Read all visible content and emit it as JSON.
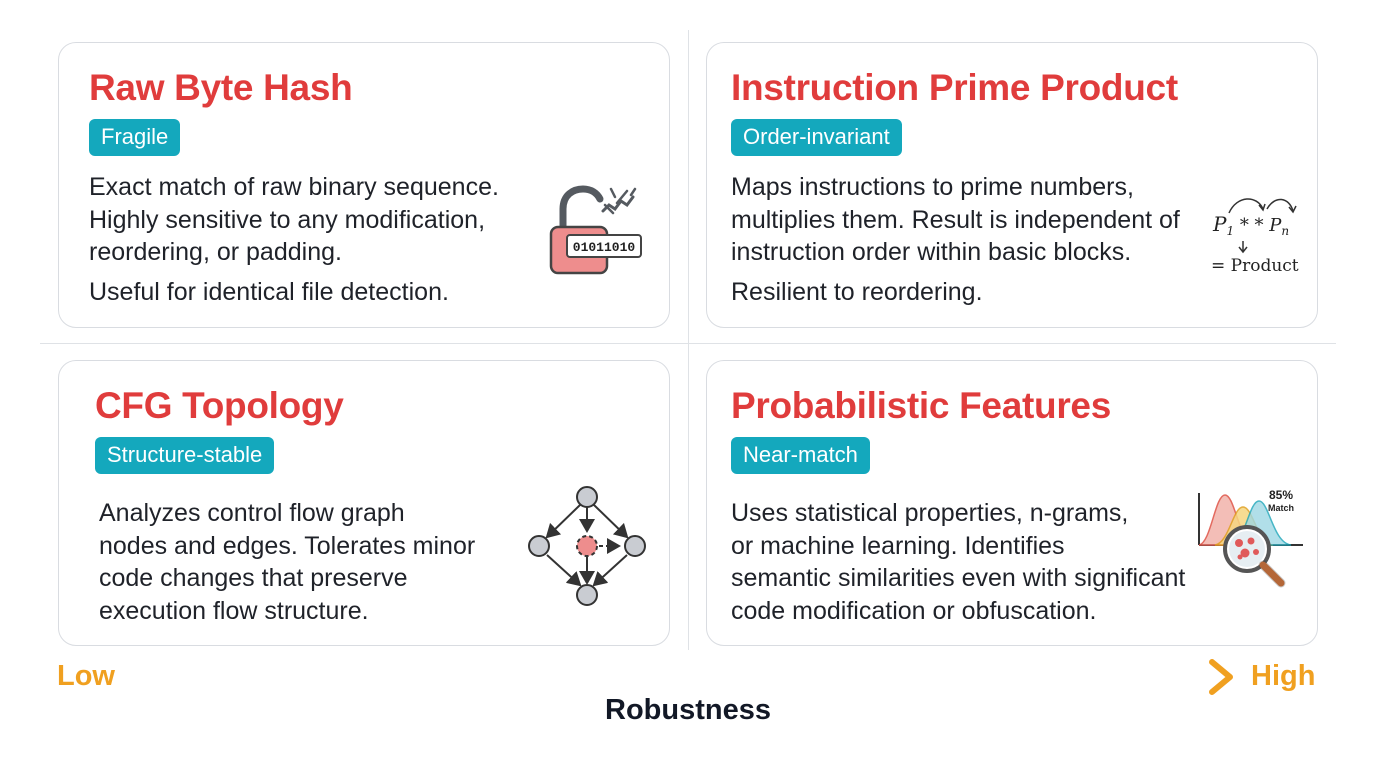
{
  "cards": [
    {
      "title": "Raw Byte Hash",
      "badge": "Fragile",
      "lines": [
        "Exact match of raw binary sequence.",
        "Highly sensitive to any modification,",
        "reordering, or padding.",
        "Useful for identical file detection."
      ],
      "icon": "broken-padlock-icon",
      "icon_text": "01011010"
    },
    {
      "title": "Instruction Prime Product",
      "badge": "Order-invariant",
      "lines": [
        "Maps instructions to prime numbers,",
        "multiplies them. Result is independent of",
        "instruction order within basic blocks.",
        "Resilient to reordering."
      ],
      "icon": "prime-product-formula-icon",
      "formula_lead": "P",
      "formula_sub1": "1",
      "formula_mid": " * * P",
      "formula_sub2": "n",
      "formula_result": "= Product"
    },
    {
      "title": "CFG Topology",
      "badge": "Structure-stable",
      "lines": [
        "Analyzes control flow graph",
        "nodes and edges. Tolerates minor",
        "code changes that preserve",
        "execution flow structure."
      ],
      "icon": "control-flow-graph-icon"
    },
    {
      "title": "Probabilistic Features",
      "badge": "Near-match",
      "lines": [
        "Uses statistical properties, n-grams,",
        "or machine learning. Identifies",
        "semantic similarities even with significant",
        "code modification or obfuscation."
      ],
      "icon": "distribution-magnifier-icon",
      "icon_percent": "85%",
      "icon_match": "Match"
    }
  ],
  "axis": {
    "low": "Low",
    "high": "High",
    "label": "Robustness"
  },
  "colors": {
    "title": "#e03c3c",
    "badge": "#14a8bd",
    "axis_accent": "#f0a020",
    "card_border": "#d9dce1"
  }
}
